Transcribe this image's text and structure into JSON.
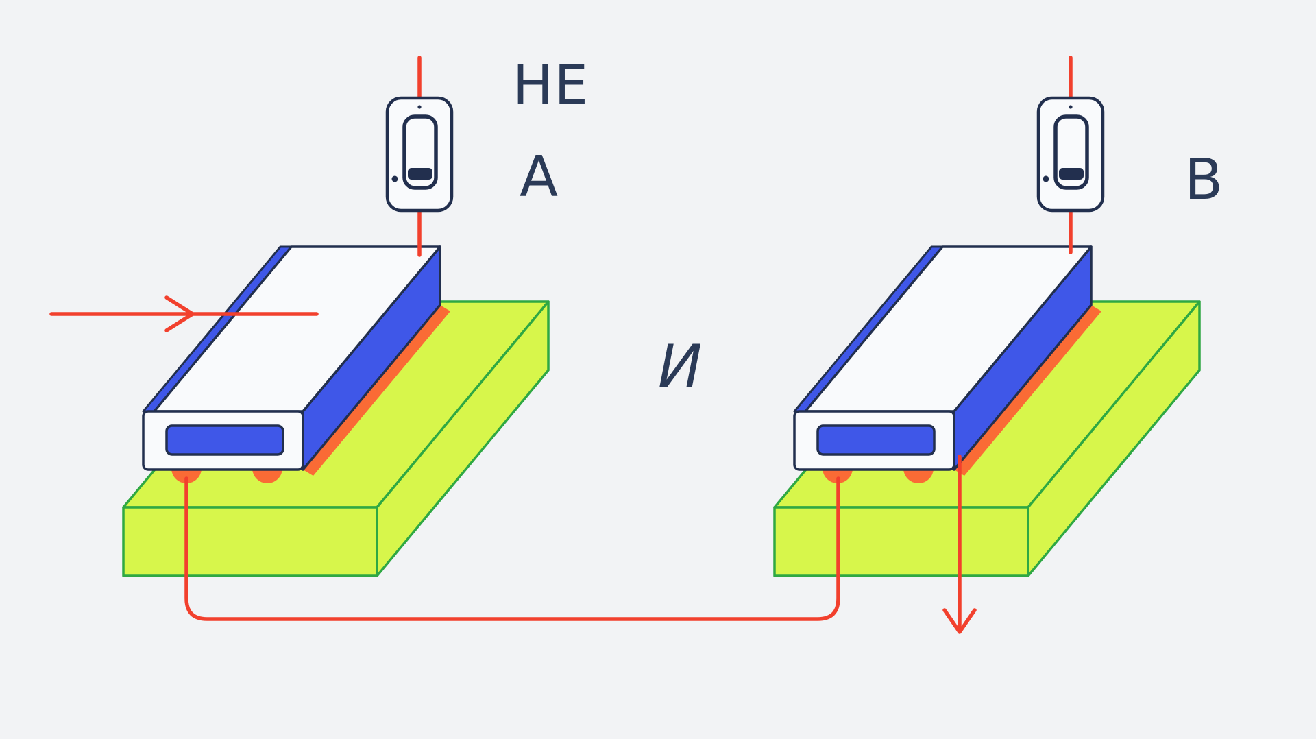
{
  "labels": {
    "gate_not": "НЕ",
    "input_a": "А",
    "input_b": "В",
    "gate_and": "И"
  },
  "colors": {
    "background": "#f2f3f5",
    "substrate": "#d7f64b",
    "substrate_outline": "#2fa843",
    "gate_blue": "#3f57e8",
    "outline_navy": "#222f4e",
    "surface_white": "#f9fafc",
    "contact_orange": "#fa6b35",
    "wire_red": "#f2402d",
    "label_text": "#2b3a57"
  },
  "icons": {
    "switch_a": "toggle-switch-icon",
    "switch_b": "toggle-switch-icon"
  }
}
